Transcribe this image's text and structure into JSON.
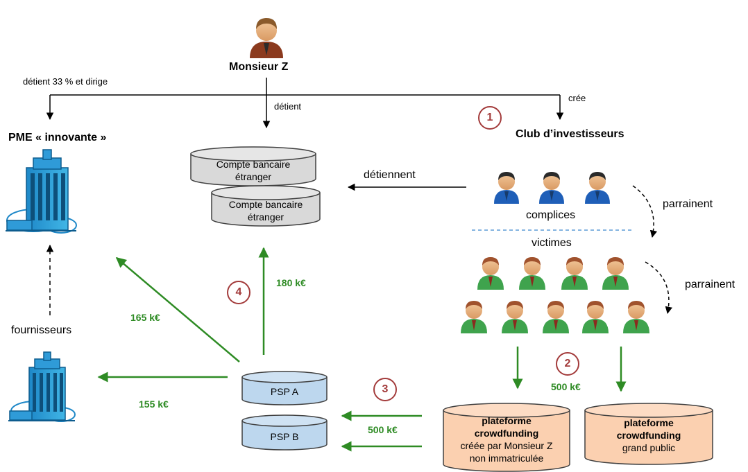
{
  "monsieur_z": "Monsieur Z",
  "edges": {
    "detient_33": "détient 33 % et dirige",
    "detient": "détient",
    "cree": "crée",
    "detiennent": "détiennent",
    "parrainent_1": "parrainent",
    "parrainent_2": "parrainent"
  },
  "pme": "PME « innovante »",
  "club": "Club d’investisseurs",
  "complices": "complices",
  "victimes": "victimes",
  "fournisseurs": "fournisseurs",
  "bank": {
    "line1": "Compte bancaire",
    "line2": "étranger"
  },
  "psp_a": "PSP A",
  "psp_b": "PSP B",
  "platform1": {
    "title1": "plateforme",
    "title2": "crowdfunding",
    "line1": "créée par Monsieur Z",
    "line2": "non immatriculée"
  },
  "platform2": {
    "title1": "plateforme",
    "title2": "crowdfunding",
    "line1": "grand public"
  },
  "amounts": {
    "a180": "180 k€",
    "a165": "165 k€",
    "a155": "155 k€",
    "a500_top": "500 k€",
    "a500_bottom": "500 k€"
  },
  "steps": [
    "1",
    "2",
    "3",
    "4"
  ],
  "colors": {
    "green_arrow": "#2e8b24",
    "step_red": "#a33b3b",
    "bank_fill": "#d9d9d9",
    "psp_fill": "#bdd7ee",
    "platform_fill": "#fbd0b0",
    "divider": "#5b9bd5"
  }
}
